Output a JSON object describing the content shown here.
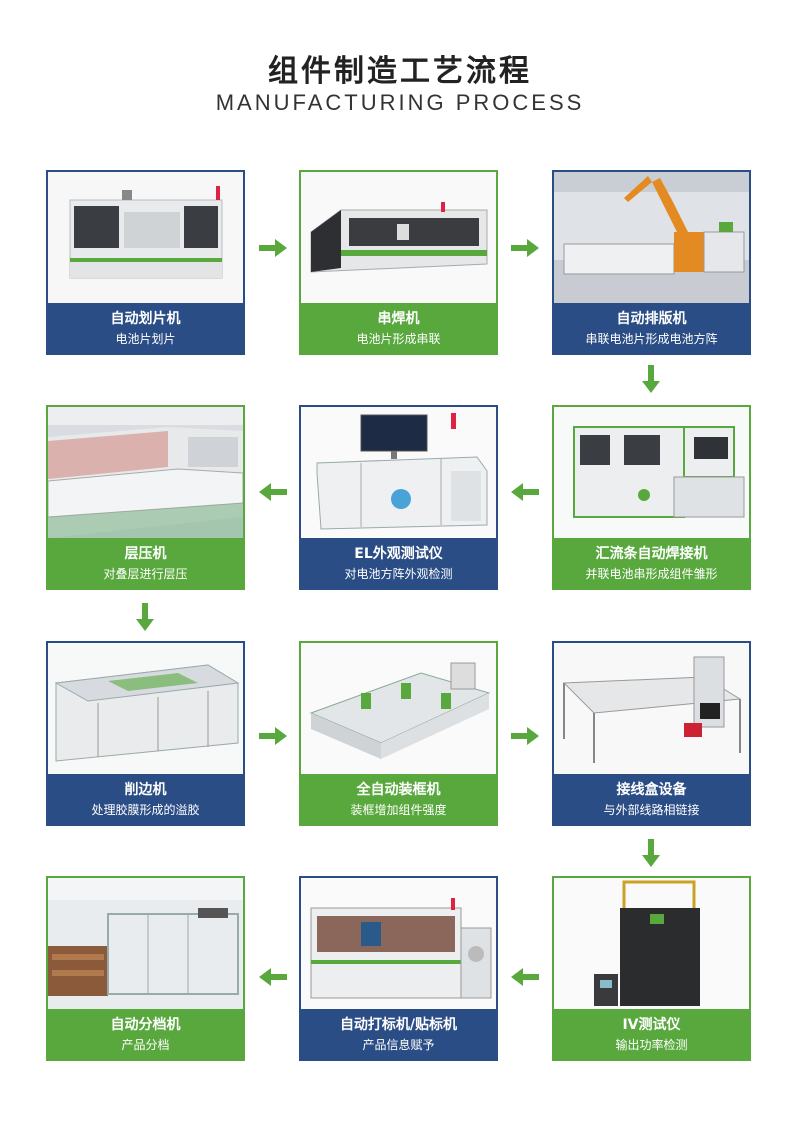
{
  "title": "组件制造工艺流程",
  "subtitle": "MANUFACTURING PROCESS",
  "colors": {
    "blue": "#2b4d86",
    "green": "#59a83e"
  },
  "steps": [
    {
      "name": "自动划片机",
      "desc": "电池片划片",
      "color": "blue",
      "icon": "scribing-machine-photo"
    },
    {
      "name": "串焊机",
      "desc": "电池片形成串联",
      "color": "green",
      "icon": "stringer-machine-photo"
    },
    {
      "name": "自动排版机",
      "desc": "串联电池片形成电池方阵",
      "color": "blue",
      "icon": "layup-robot-photo"
    },
    {
      "name": "汇流条自动焊接机",
      "desc": "并联电池串形成组件雏形",
      "color": "green",
      "icon": "busbar-welder-photo"
    },
    {
      "name": "EL外观测试仪",
      "desc": "对电池方阵外观检测",
      "color": "blue",
      "icon": "el-tester-photo"
    },
    {
      "name": "层压机",
      "desc": "对叠层进行层压",
      "color": "green",
      "icon": "laminator-photo"
    },
    {
      "name": "削边机",
      "desc": "处理胶膜形成的溢胶",
      "color": "blue",
      "icon": "trimming-machine-photo"
    },
    {
      "name": "全自动装框机",
      "desc": "装框增加组件强度",
      "color": "green",
      "icon": "framing-machine-photo"
    },
    {
      "name": "接线盒设备",
      "desc": "与外部线路相链接",
      "color": "blue",
      "icon": "junction-box-machine-photo"
    },
    {
      "name": "IV测试仪",
      "desc": "输出功率检测",
      "color": "green",
      "icon": "iv-tester-photo"
    },
    {
      "name": "自动打标机/贴标机",
      "desc": "产品信息赋予",
      "color": "blue",
      "icon": "labeling-machine-photo"
    },
    {
      "name": "自动分档机",
      "desc": "产品分档",
      "color": "green",
      "icon": "sorting-machine-photo"
    }
  ]
}
